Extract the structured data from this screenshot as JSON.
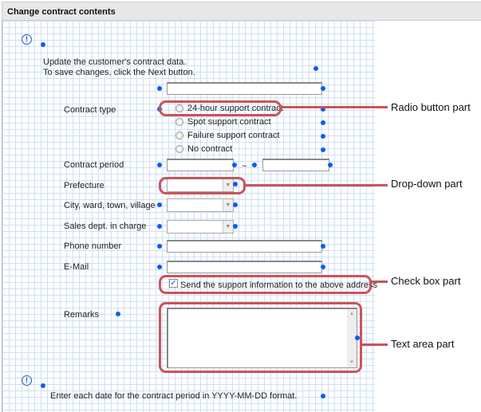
{
  "header": {
    "title": "Change contract contents"
  },
  "intro": {
    "line1": "Update the customer's contract data.",
    "line2": "To save changes, click the Next button."
  },
  "form": {
    "contract_type": {
      "label": "Contract type",
      "options": [
        "24-hour support contract",
        "Spot support contract",
        "Failure support contract",
        "No contract"
      ],
      "selected": null
    },
    "contract_period": {
      "label": "Contract period",
      "separator": "~",
      "from": "",
      "to": ""
    },
    "prefecture": {
      "label": "Prefecture",
      "value": ""
    },
    "city": {
      "label": "City, ward, town, village",
      "value": ""
    },
    "sales_dept": {
      "label": "Sales dept. in charge",
      "value": ""
    },
    "phone": {
      "label": "Phone number",
      "value": ""
    },
    "email": {
      "label": "E-Mail",
      "value": ""
    },
    "send_info": {
      "label": "Send the support information to the above address",
      "checked": true
    },
    "remarks": {
      "label": "Remarks",
      "value": ""
    }
  },
  "footer_note": "Enter each date for the contract period in YYYY-MM-DD format.",
  "callouts": {
    "radio": "Radio button part",
    "dropdown": "Drop-down part",
    "checkbox": "Check box part",
    "textarea": "Text area part"
  },
  "colors": {
    "callout": "#c8545a",
    "marker": "#0a5cf5",
    "grid": "#cfe0f3"
  }
}
